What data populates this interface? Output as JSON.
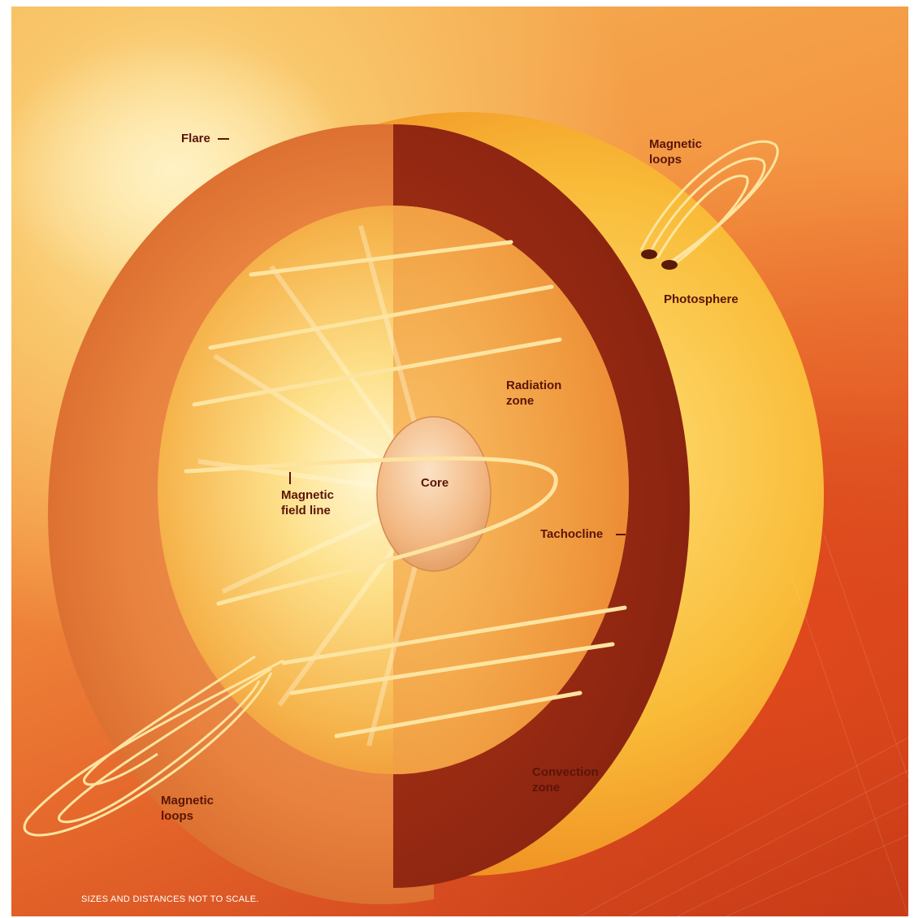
{
  "labels": {
    "flare": "Flare",
    "magnetic_loops_top": "Magnetic\nloops",
    "photosphere": "Photosphere",
    "radiation_zone": "Radiation\nzone",
    "core": "Core",
    "magnetic_field_line": "Magnetic\nfield line",
    "tachocline": "Tachocline",
    "convection_zone": "Convection\nzone",
    "magnetic_loops_bottom": "Magnetic\nloops"
  },
  "caption": "SIZES AND DISTANCES NOT TO SCALE.",
  "colors": {
    "photosphere": "#f7b233",
    "convection_zone": "#c24a22",
    "radiation_zone": "#f6a83c",
    "core": "#f0b070",
    "field_lines": "#fde4a0",
    "label_text": "#5a1508"
  }
}
